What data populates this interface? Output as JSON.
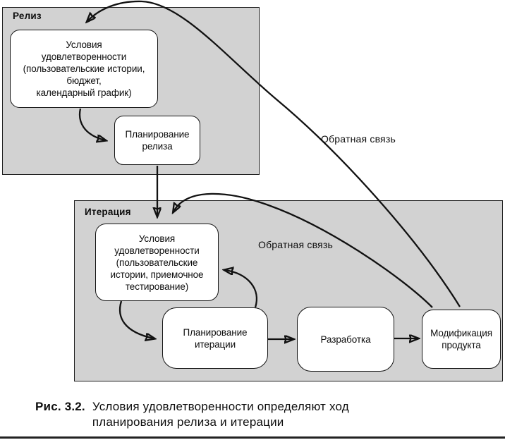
{
  "diagram": {
    "release": {
      "title": "Релиз",
      "conditions_node": "Условия\nудовлетворенности\n(пользовательские истории,\nбюджет,\nкалендарный график)",
      "planning_node": "Планирование\nрелиза"
    },
    "iteration": {
      "title": "Итерация",
      "conditions_node": "Условия\nудовлетворенности\n(пользовательские\nистории, приемочное\nтестирование)",
      "planning_node": "Планирование\nитерации",
      "development_node": "Разработка",
      "modification_node": "Модификация\nпродукта"
    },
    "labels": {
      "feedback_outer": "Обратная связь",
      "feedback_inner": "Обратная связь"
    },
    "colors": {
      "panel_fill": "#d2d2d2",
      "panel_border": "#1f1f1f",
      "node_fill": "#ffffff",
      "node_border": "#141414",
      "arrow": "#111111",
      "text": "#0d0d0d"
    }
  },
  "caption": {
    "figure_label": "Рис. 3.2.",
    "text": "Условия удовлетворенности определяют ход\nпланирования релиза и итерации"
  }
}
